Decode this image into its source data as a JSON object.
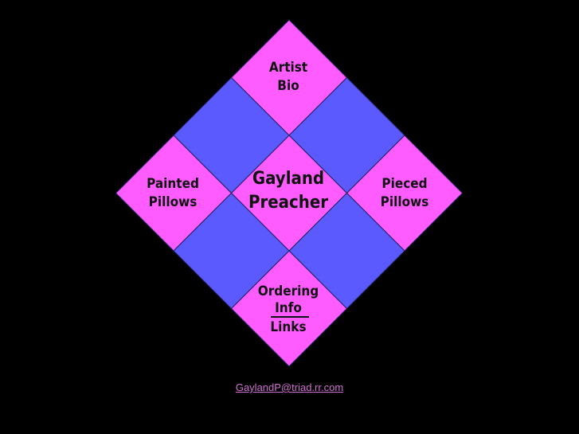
{
  "colors": {
    "pink": "#ff5cff",
    "blue": "#5a5aff",
    "border": "#202060",
    "link": "#d070d0"
  },
  "cells": [
    {
      "row": 0,
      "col": 0,
      "color": "pink",
      "name": "artist-bio-tile"
    },
    {
      "row": 0,
      "col": 1,
      "color": "blue",
      "name": "blue-tile"
    },
    {
      "row": 0,
      "col": 2,
      "color": "pink",
      "name": "painted-pillows-tile"
    },
    {
      "row": 1,
      "col": 0,
      "color": "blue",
      "name": "blue-tile"
    },
    {
      "row": 1,
      "col": 1,
      "color": "pink",
      "name": "home-tile"
    },
    {
      "row": 1,
      "col": 2,
      "color": "blue",
      "name": "blue-tile"
    },
    {
      "row": 2,
      "col": 0,
      "color": "pink",
      "name": "pieced-pillows-tile"
    },
    {
      "row": 2,
      "col": 1,
      "color": "blue",
      "name": "blue-tile"
    },
    {
      "row": 2,
      "col": 2,
      "color": "pink",
      "name": "ordering-links-tile"
    }
  ],
  "nav": {
    "artist_bio": [
      "Artist",
      "Bio"
    ],
    "painted_pillows": [
      "Painted",
      "Pillows"
    ],
    "title": [
      "Gayland",
      "Preacher"
    ],
    "pieced_pillows": [
      "Pieced",
      "Pillows"
    ],
    "ordering_info": [
      "Ordering",
      "Info"
    ],
    "links": "Links"
  },
  "footer": {
    "email": "GaylandP@triad.rr.com"
  }
}
